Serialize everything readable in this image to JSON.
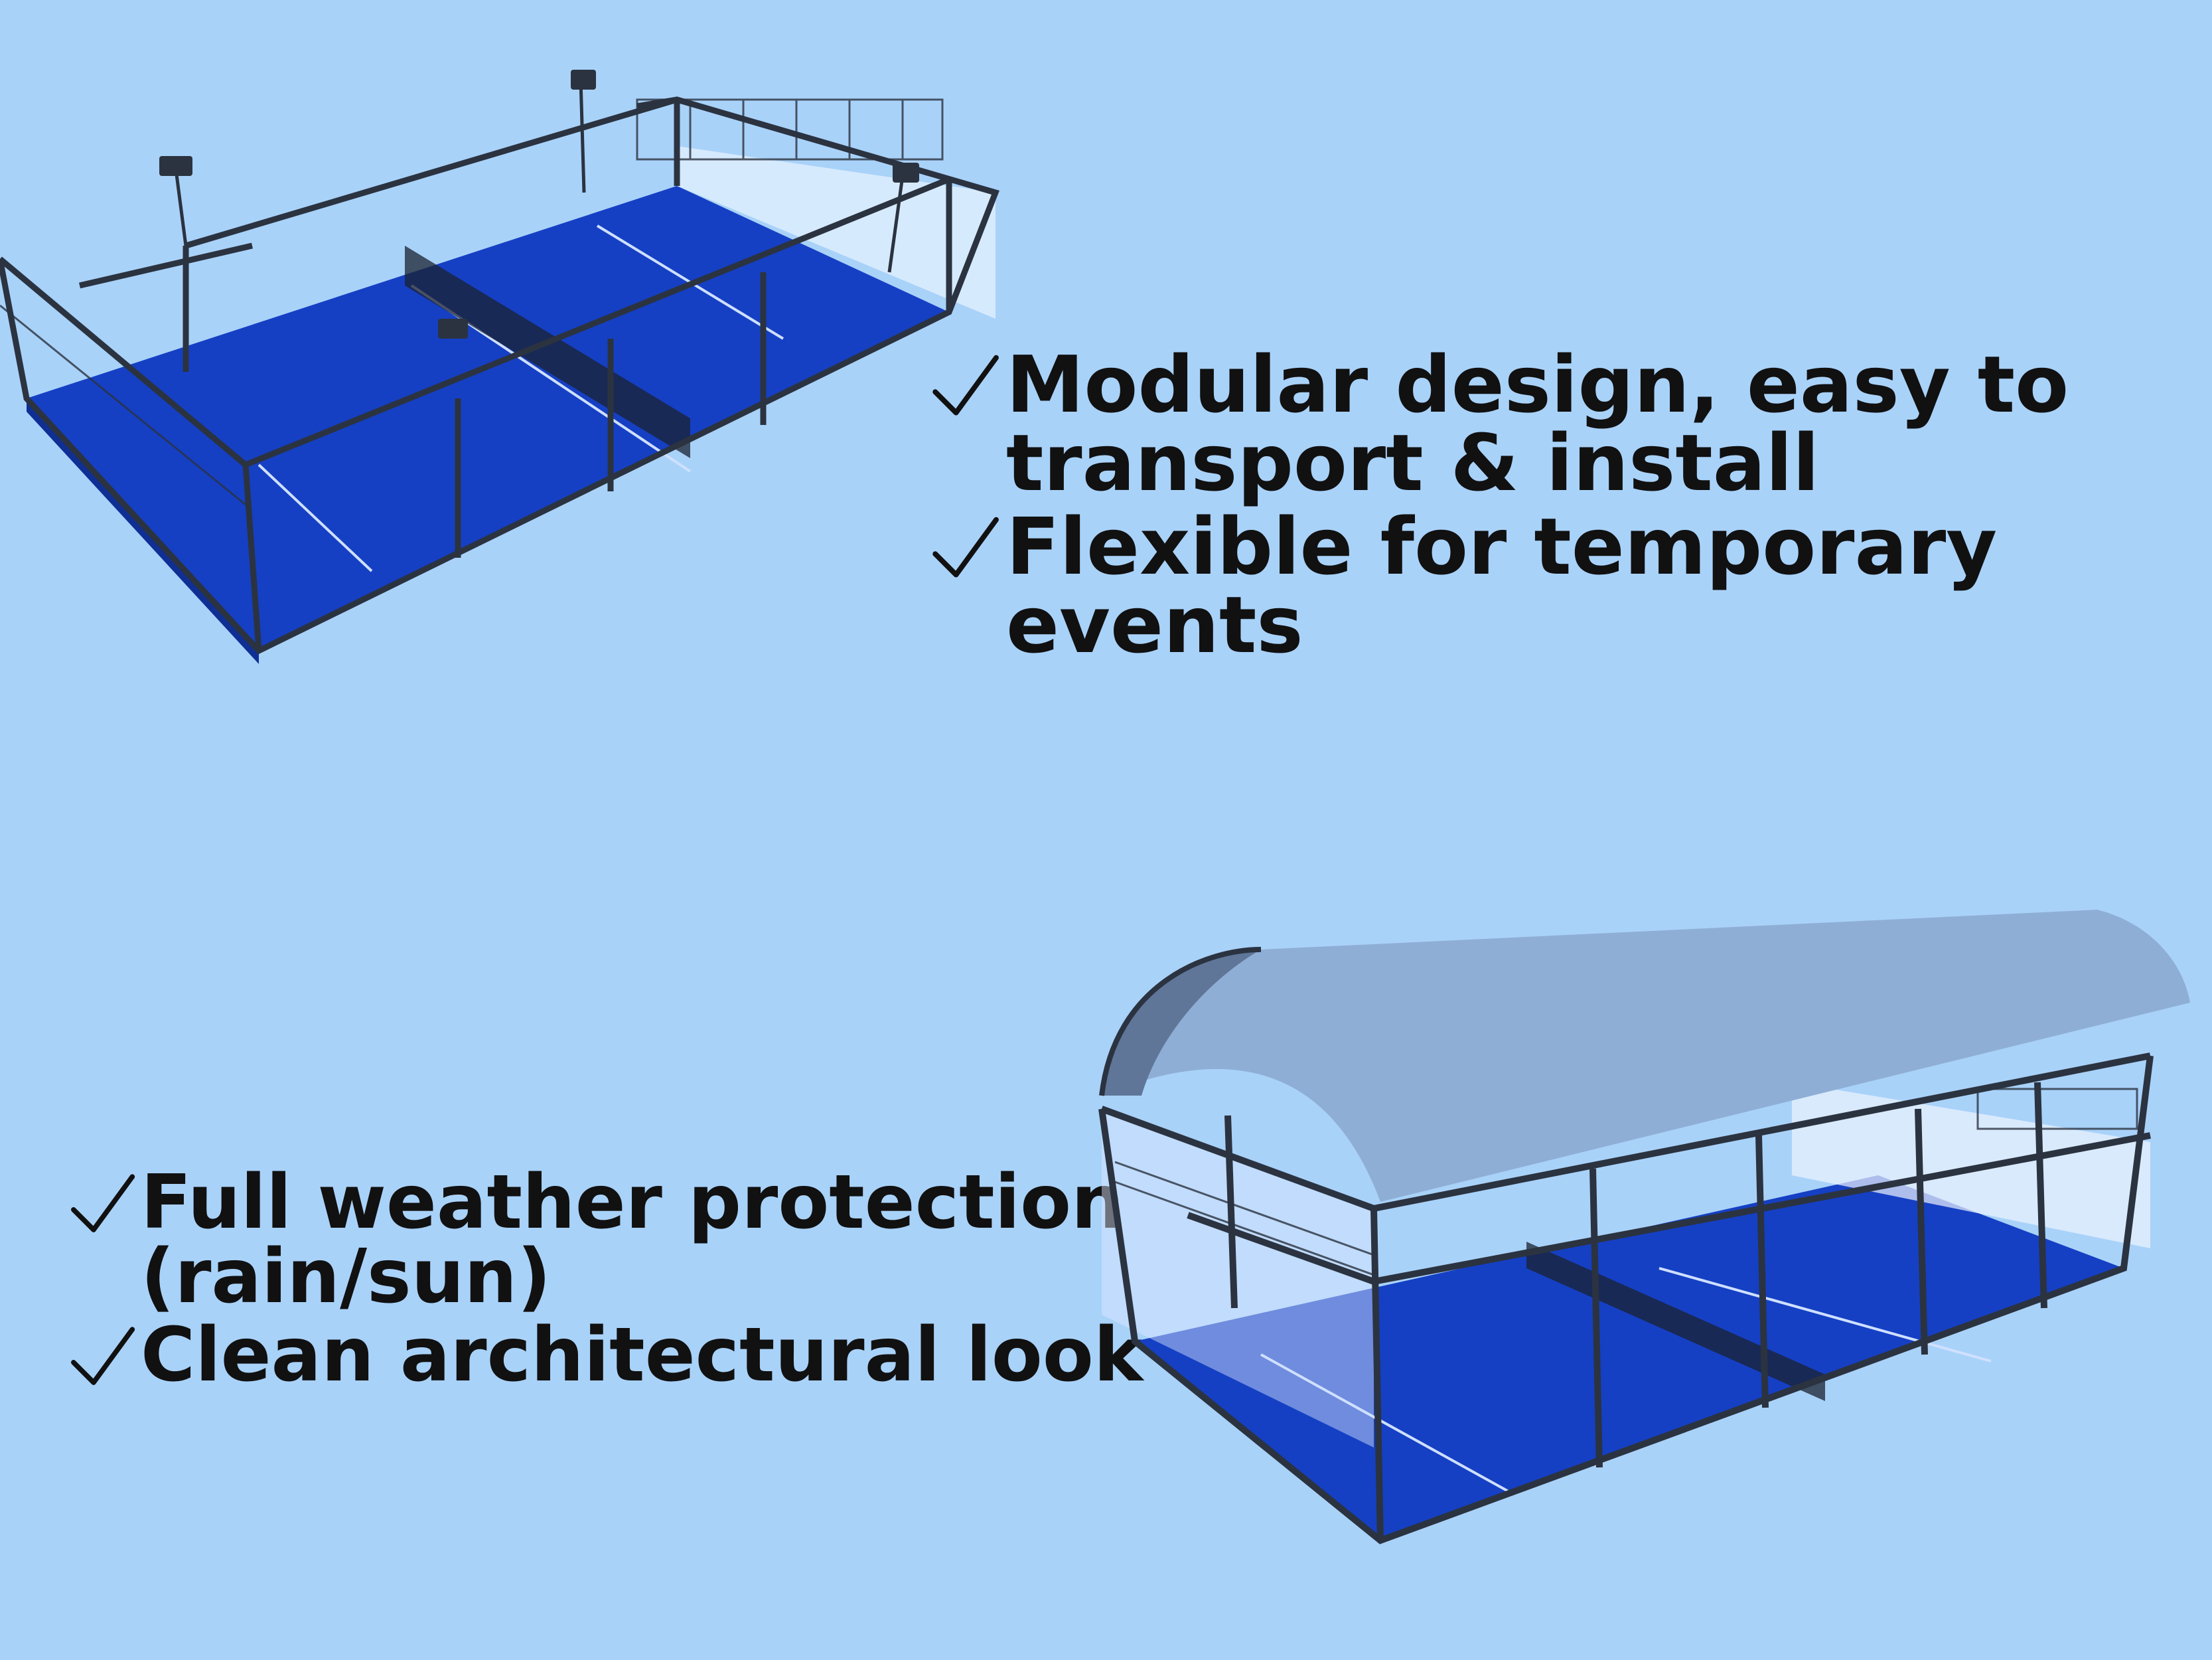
{
  "colors": {
    "background": "#a9d2f9",
    "court_surface": "#1540c4",
    "frame": "#2b3340",
    "roof": "#8faed6",
    "text": "#111111"
  },
  "images": {
    "top_left": "open-padel-court-illustration",
    "bottom_right": "covered-padel-court-illustration"
  },
  "features_top": [
    {
      "icon": "check-icon",
      "text": "Modular design, easy to\n transport & install"
    },
    {
      "icon": "check-icon",
      "text": "Flexible for temporary events"
    }
  ],
  "features_bottom": [
    {
      "icon": "check-icon",
      "text": "Full weather protection\n(rain/sun)"
    },
    {
      "icon": "check-icon",
      "text": "Clean architectural look"
    }
  ]
}
